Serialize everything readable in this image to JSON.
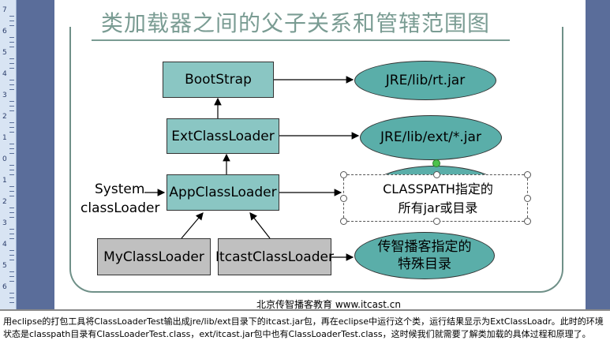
{
  "slide": {
    "title": "类加载器之间的父子关系和管辖范围图",
    "footer": "北京传智播客教育 www.itcast.cn"
  },
  "diagram": {
    "bootstrap": "BootStrap",
    "ext_loader": "ExtClassLoader",
    "app_loader": "AppClassLoader",
    "my_loader": "MyClassLoader",
    "itcast_loader": "ItcastClassLoader",
    "rt_jar": "JRE/lib/rt.jar",
    "ext_jar": "JRE/lib/ext/*.jar",
    "classpath_line1": "CLASSPATH指定的",
    "classpath_line2": "所有jar或目录",
    "itcast_dir_line1": "传智播客指定的",
    "itcast_dir_line2": "特殊目录",
    "system_label_line1": "System",
    "system_label_line2": "classLoader"
  },
  "ruler": {
    "ticks": [
      "7",
      "6",
      "5",
      "4",
      "3",
      "2",
      "1",
      "0",
      "1",
      "2",
      "3",
      "4",
      "5",
      "6"
    ]
  },
  "notes": {
    "text": "用eclipse的打包工具将ClassLoaderTest输出成jre/lib/ext目录下的itcast.jar包，再在eclipse中运行这个类，运行结果显示为ExtClassLoadr。此时的环境状态是classpath目录有ClassLoaderTest.class，ext/itcast.jar包中也有ClassLoaderTest.class，这时候我们就需要了解类加载的具体过程和原理了。"
  },
  "colors": {
    "box_fill": "#8ac6c3",
    "ellipse_fill": "#5aaea9",
    "gray_box_fill": "#c0c0c0",
    "title_color": "#7a9c93"
  }
}
